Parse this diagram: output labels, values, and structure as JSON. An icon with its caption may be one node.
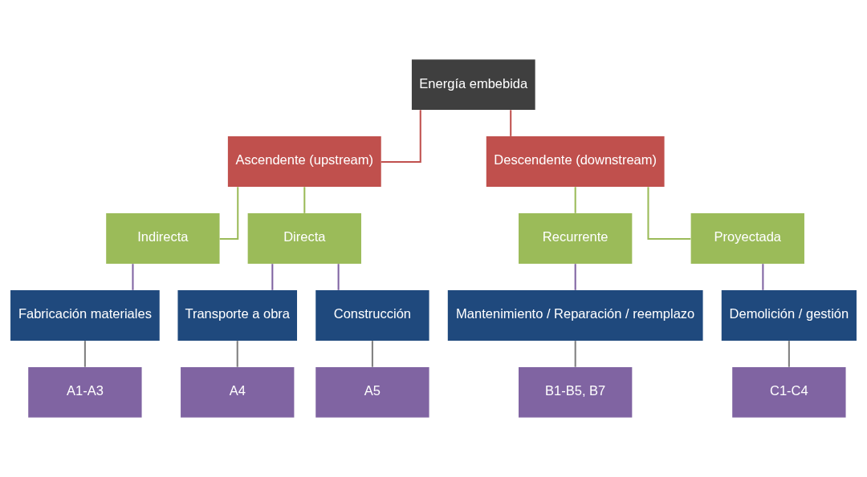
{
  "diagram": {
    "nodes": [
      {
        "text": [
          "Energía embebida"
        ]
      },
      {
        "text": [
          "Ascendente (upstream)"
        ]
      },
      {
        "text": [
          "Descendente (downstream)"
        ]
      },
      {
        "text": [
          "Indirecta"
        ]
      },
      {
        "text": [
          "Directa"
        ]
      },
      {
        "text": [
          "Recurrente"
        ]
      },
      {
        "text": [
          "Proyectada"
        ]
      },
      {
        "text": [
          "Fabricación materiales"
        ]
      },
      {
        "text": [
          "Transporte a obra"
        ]
      },
      {
        "text": [
          "Construcción"
        ]
      },
      {
        "text": [
          "Mantenimiento / Reparación / reemplazo"
        ]
      },
      {
        "text": [
          "Demolición / gestión"
        ]
      },
      {
        "text": [
          "A1-A3"
        ]
      },
      {
        "text": [
          "A4"
        ]
      },
      {
        "text": [
          "A5"
        ]
      },
      {
        "text": [
          "B1-B5, B7"
        ]
      },
      {
        "text": [
          "C1-C4"
        ]
      }
    ],
    "edges": [
      {
        "from": 0,
        "to": 1,
        "arrow": "none",
        "color": "#c0504d"
      },
      {
        "from": 0,
        "to": 2,
        "arrow": "none",
        "color": "#c0504d"
      },
      {
        "from": 1,
        "to": 3,
        "arrow": "none",
        "color": "#9bbb59"
      },
      {
        "from": 1,
        "to": 4,
        "arrow": "none",
        "color": "#9bbb59"
      },
      {
        "from": 2,
        "to": 5,
        "arrow": "none",
        "color": "#9bbb59"
      },
      {
        "from": 2,
        "to": 6,
        "arrow": "none",
        "color": "#9bbb59"
      },
      {
        "from": 3,
        "to": 7,
        "arrow": "none",
        "color": "#8064a2"
      },
      {
        "from": 4,
        "to": 8,
        "arrow": "none",
        "color": "#8064a2"
      },
      {
        "from": 4,
        "to": 9,
        "arrow": "none",
        "color": "#8064a2"
      },
      {
        "from": 5,
        "to": 10,
        "arrow": "none",
        "color": "#8064a2"
      },
      {
        "from": 6,
        "to": 11,
        "arrow": "none",
        "color": "#8064a2"
      },
      {
        "from": 7,
        "to": 12,
        "arrow": "none",
        "color": "#7f7f7f"
      },
      {
        "from": 8,
        "to": 13,
        "arrow": "none",
        "color": "#7f7f7f"
      },
      {
        "from": 9,
        "to": 14,
        "arrow": "none",
        "color": "#7f7f7f"
      },
      {
        "from": 10,
        "to": 15,
        "arrow": "none",
        "color": "#7f7f7f"
      },
      {
        "from": 11,
        "to": 16,
        "arrow": "none",
        "color": "#7f7f7f"
      }
    ]
  }
}
